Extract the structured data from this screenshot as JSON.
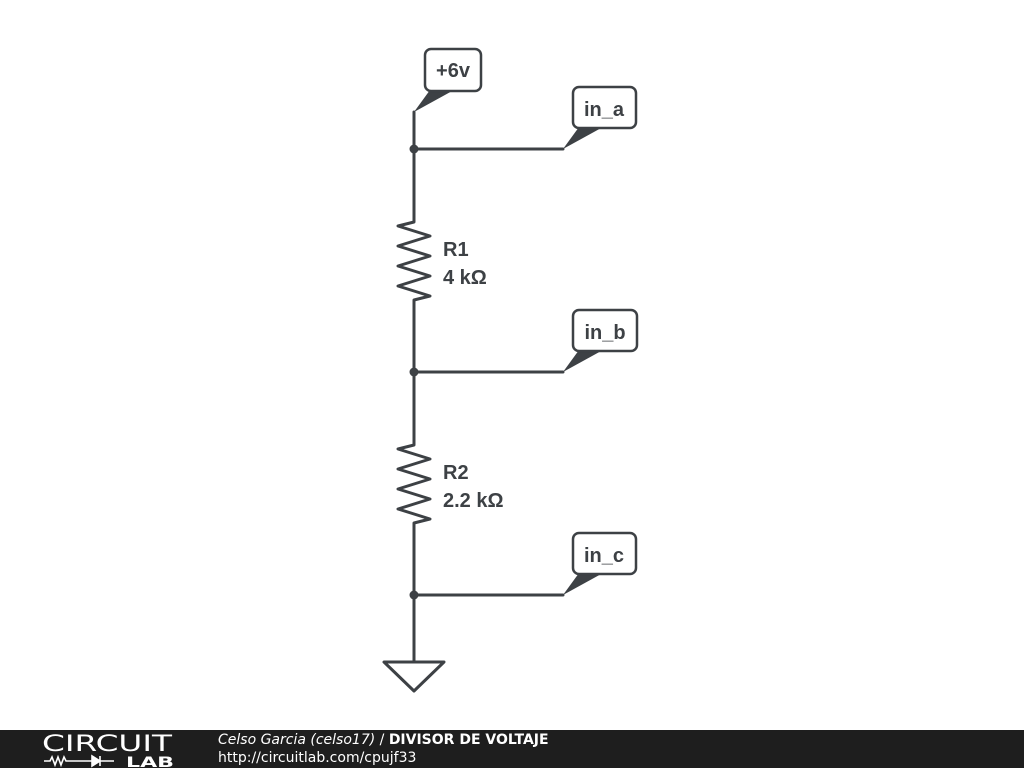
{
  "schematic": {
    "supply_label": "+6v",
    "probes": [
      {
        "label": "in_a"
      },
      {
        "label": "in_b"
      },
      {
        "label": "in_c"
      }
    ],
    "resistors": [
      {
        "name": "R1",
        "value": "4 kΩ"
      },
      {
        "name": "R2",
        "value": "2.2 kΩ"
      }
    ],
    "colors": {
      "wire": "#3d4145",
      "background": "#ffffff"
    }
  },
  "footer": {
    "logo_top": "CIRCUIT",
    "logo_bottom": "LAB",
    "author": "Celso Garcia (celso17)",
    "separator": " / ",
    "title": "DIVISOR DE VOLTAJE",
    "url": "http://circuitlab.com/cpujf33",
    "background": "#1e1e1e"
  }
}
